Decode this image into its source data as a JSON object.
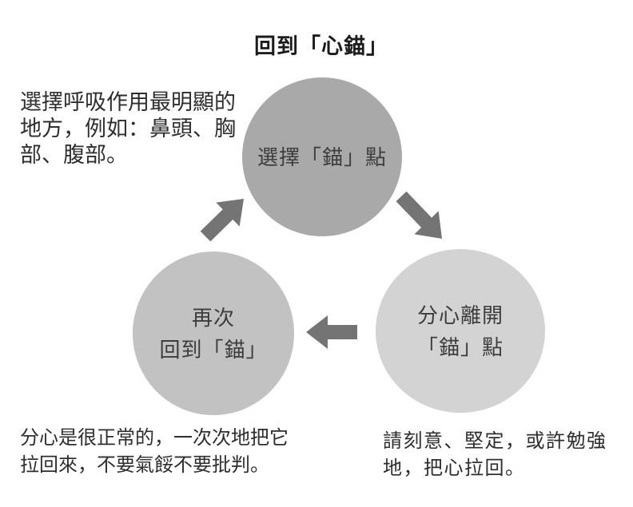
{
  "title": "回到「心錨」",
  "nodes": {
    "top": {
      "label": "選擇「錨」點",
      "color": "#a9a9a9"
    },
    "right": {
      "lines": [
        "分心離開",
        "「錨」點"
      ],
      "color": "#d3d3d3"
    },
    "left": {
      "lines": [
        "再次",
        "回到「錨」"
      ],
      "color": "#c2c2c2"
    }
  },
  "arrow_color": "#747474",
  "arrows": [
    {
      "from": "選擇「錨」點",
      "to": "分心離開「錨」點"
    },
    {
      "from": "分心離開「錨」點",
      "to": "再次回到「錨」"
    },
    {
      "from": "再次回到「錨」",
      "to": "選擇「錨」點"
    }
  ],
  "annotations": {
    "top_left": {
      "lines": [
        "選擇呼吸作用最明顯的",
        "地方，例如：鼻頭、胸",
        "部、腹部。"
      ]
    },
    "bottom_left": {
      "lines": [
        "分心是很正常的，一次次地把它",
        "拉回來，不要氣餒不要批判。"
      ]
    },
    "bottom_right": {
      "lines": [
        "請刻意、堅定，或許勉強",
        "地，把心拉回。"
      ]
    }
  }
}
